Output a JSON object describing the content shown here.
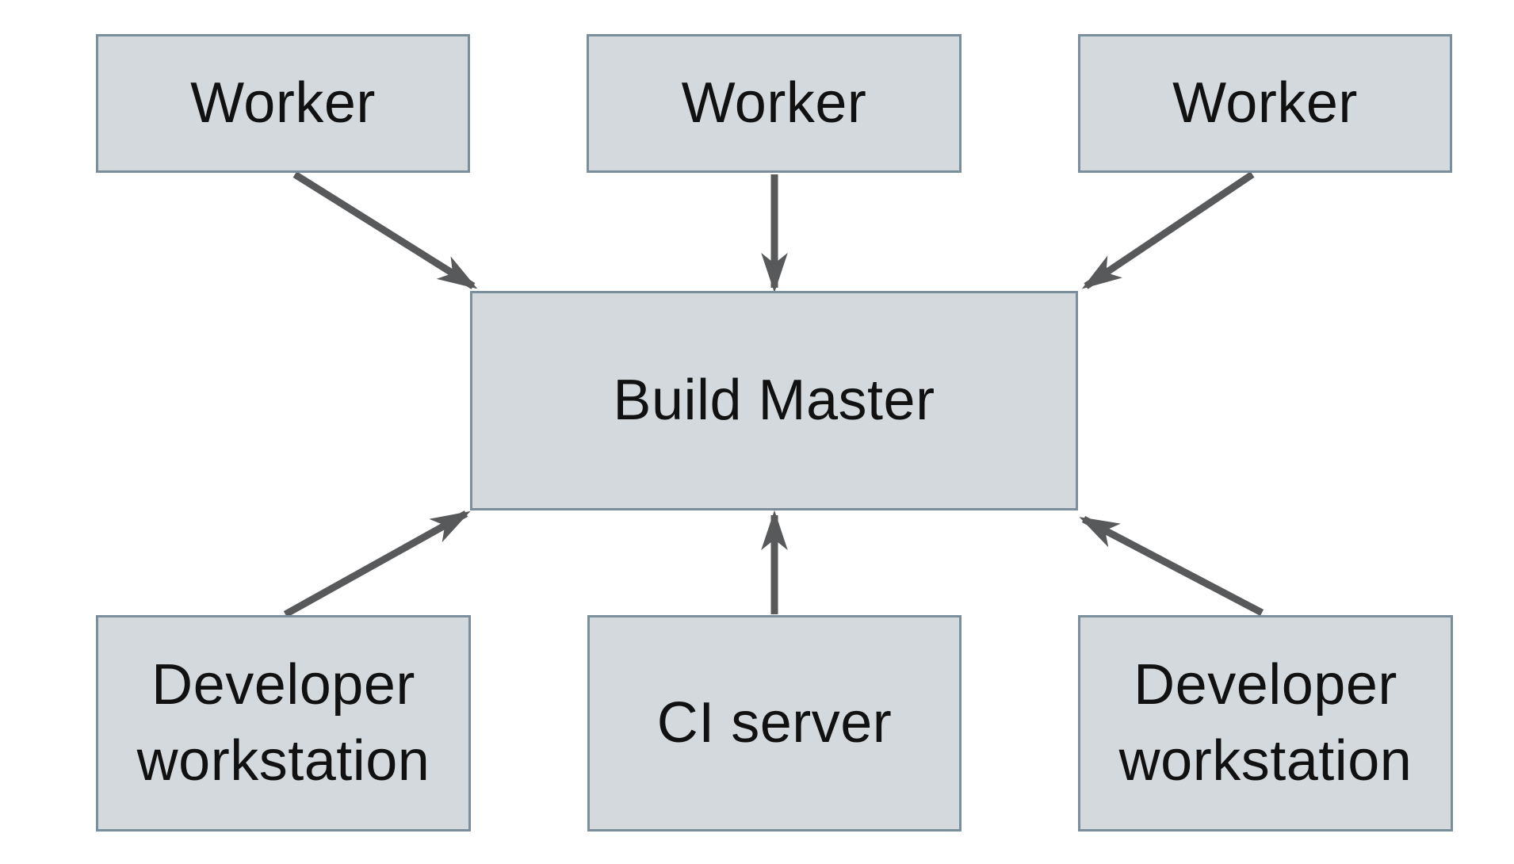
{
  "diagram": {
    "type": "architecture-diagram",
    "colors": {
      "background": "#ffffff",
      "node_fill": "#d3d9dc",
      "node_border": "#7a8f9b",
      "arrow": "#58595b",
      "text": "#111111"
    },
    "nodes": [
      {
        "id": "worker-1",
        "label": "Worker",
        "row": "top"
      },
      {
        "id": "worker-2",
        "label": "Worker",
        "row": "top"
      },
      {
        "id": "worker-3",
        "label": "Worker",
        "row": "top"
      },
      {
        "id": "build-master",
        "label": "Build Master",
        "row": "center"
      },
      {
        "id": "developer-workstation-left",
        "label": "Developer workstation",
        "row": "bottom"
      },
      {
        "id": "ci-server",
        "label": "CI server",
        "row": "bottom"
      },
      {
        "id": "developer-workstation-right",
        "label": "Developer workstation",
        "row": "bottom"
      }
    ],
    "edges": [
      {
        "from": "worker-1",
        "to": "build-master"
      },
      {
        "from": "worker-2",
        "to": "build-master"
      },
      {
        "from": "worker-3",
        "to": "build-master"
      },
      {
        "from": "developer-workstation-left",
        "to": "build-master"
      },
      {
        "from": "ci-server",
        "to": "build-master"
      },
      {
        "from": "developer-workstation-right",
        "to": "build-master"
      }
    ]
  }
}
